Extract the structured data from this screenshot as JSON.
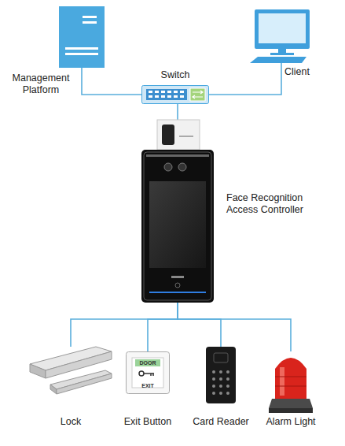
{
  "diagram": {
    "nodes": [
      {
        "text": [
          "Management Platform"
        ]
      },
      {
        "text": [
          "Switch"
        ]
      },
      {
        "text": [
          "Client"
        ]
      },
      {
        "text": [
          "Face Recognition Access Controller"
        ]
      },
      {
        "text": [
          "Lock"
        ]
      },
      {
        "text": [
          "Exit Button"
        ]
      },
      {
        "text": [
          "Card Reader"
        ]
      },
      {
        "text": [
          "Alarm Light"
        ]
      }
    ],
    "edges": [
      {
        "from": 0,
        "to": 1,
        "arrow": "none"
      },
      {
        "from": 1,
        "to": 2,
        "arrow": "none"
      },
      {
        "from": 1,
        "to": 3,
        "arrow": "none"
      },
      {
        "from": 3,
        "to": 4,
        "arrow": "none"
      },
      {
        "from": 3,
        "to": 5,
        "arrow": "none"
      },
      {
        "from": 3,
        "to": 6,
        "arrow": "none"
      },
      {
        "from": 3,
        "to": 7,
        "arrow": "none"
      }
    ],
    "labels": [
      "DOOR",
      "EXIT"
    ]
  }
}
